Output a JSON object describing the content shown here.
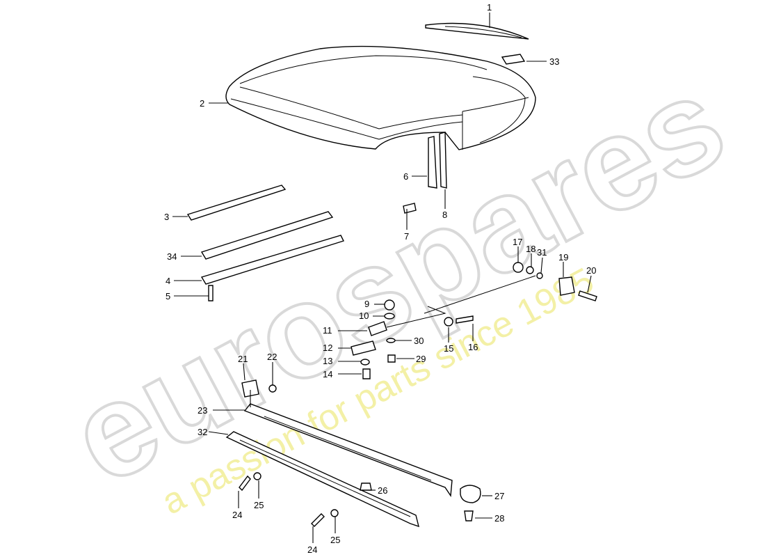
{
  "watermark": {
    "brand": "eurospares",
    "tagline": "a passion for parts since 1985"
  },
  "callouts": [
    {
      "id": "1",
      "label": "1"
    },
    {
      "id": "2",
      "label": "2"
    },
    {
      "id": "3",
      "label": "3"
    },
    {
      "id": "4",
      "label": "4"
    },
    {
      "id": "5",
      "label": "5"
    },
    {
      "id": "6",
      "label": "6"
    },
    {
      "id": "7",
      "label": "7"
    },
    {
      "id": "8",
      "label": "8"
    },
    {
      "id": "9",
      "label": "9"
    },
    {
      "id": "10",
      "label": "10"
    },
    {
      "id": "11",
      "label": "11"
    },
    {
      "id": "12",
      "label": "12"
    },
    {
      "id": "13",
      "label": "13"
    },
    {
      "id": "14",
      "label": "14"
    },
    {
      "id": "15",
      "label": "15"
    },
    {
      "id": "16",
      "label": "16"
    },
    {
      "id": "17",
      "label": "17"
    },
    {
      "id": "18",
      "label": "18"
    },
    {
      "id": "19",
      "label": "19"
    },
    {
      "id": "20",
      "label": "20"
    },
    {
      "id": "21",
      "label": "21"
    },
    {
      "id": "22",
      "label": "22"
    },
    {
      "id": "23",
      "label": "23"
    },
    {
      "id": "24a",
      "label": "24"
    },
    {
      "id": "24b",
      "label": "24"
    },
    {
      "id": "25a",
      "label": "25"
    },
    {
      "id": "25b",
      "label": "25"
    },
    {
      "id": "26",
      "label": "26"
    },
    {
      "id": "27",
      "label": "27"
    },
    {
      "id": "28",
      "label": "28"
    },
    {
      "id": "29",
      "label": "29"
    },
    {
      "id": "30",
      "label": "30"
    },
    {
      "id": "31",
      "label": "31"
    },
    {
      "id": "32",
      "label": "32"
    },
    {
      "id": "33",
      "label": "33"
    },
    {
      "id": "34",
      "label": "34"
    }
  ],
  "colors": {
    "watermark_gray": "#d9d9d9",
    "watermark_yellow": "#f3f0a6",
    "line": "#000000"
  }
}
